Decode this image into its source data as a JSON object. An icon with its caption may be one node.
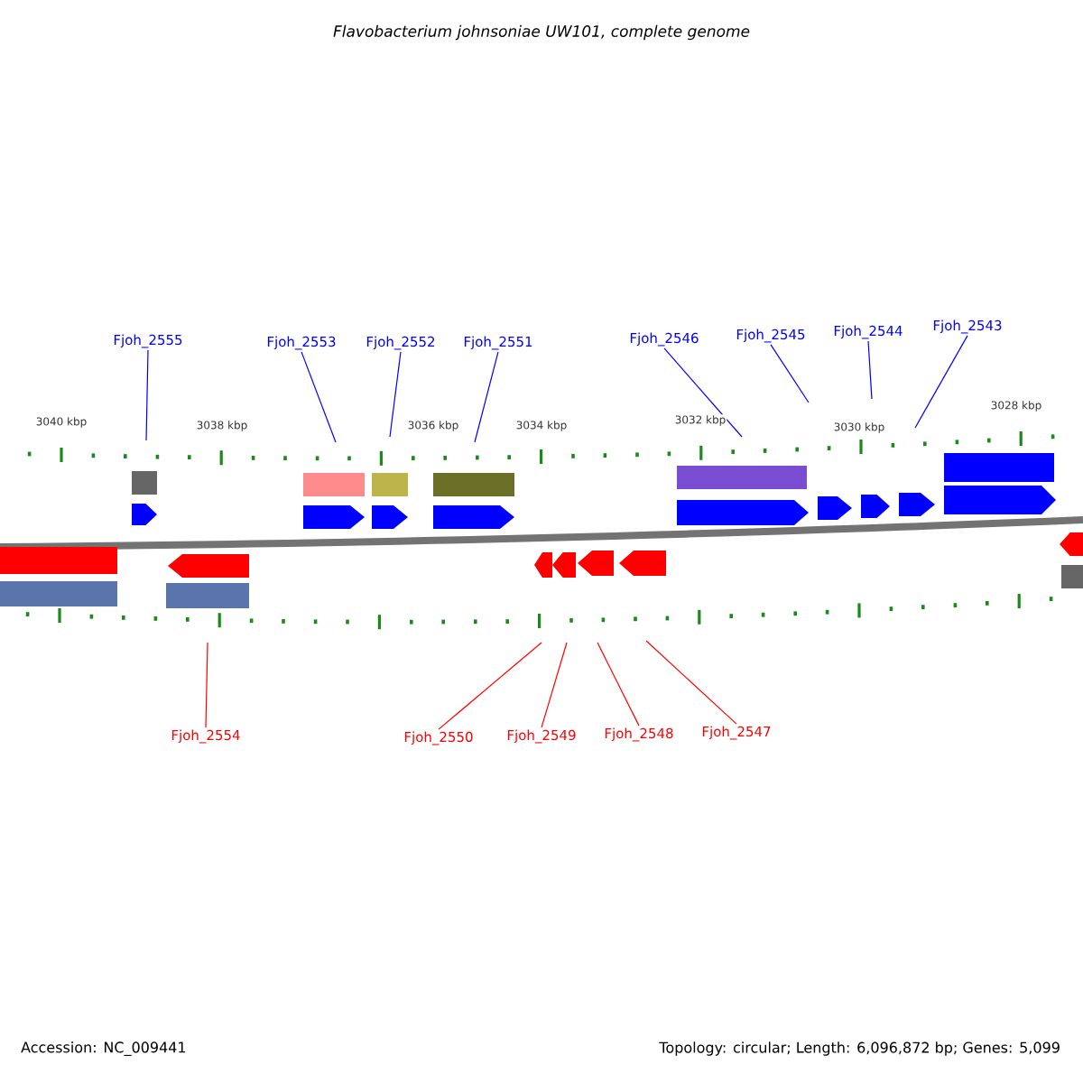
{
  "diagram": {
    "title": "Flavobacterium johnsoniae UW101, complete genome",
    "nodes": [
      {
        "text": [
          "Fjoh_2555"
        ]
      },
      {
        "text": [
          "Fjoh_2553"
        ]
      },
      {
        "text": [
          "Fjoh_2552"
        ]
      },
      {
        "text": [
          "Fjoh_2551"
        ]
      },
      {
        "text": [
          "Fjoh_2546"
        ]
      },
      {
        "text": [
          "Fjoh_2545"
        ]
      },
      {
        "text": [
          "Fjoh_2544"
        ]
      },
      {
        "text": [
          "Fjoh_2543"
        ]
      },
      {
        "text": [
          "Fjoh_2554"
        ]
      },
      {
        "text": [
          "Fjoh_2550"
        ]
      },
      {
        "text": [
          "Fjoh_2549"
        ]
      },
      {
        "text": [
          "Fjoh_2548"
        ]
      },
      {
        "text": [
          "Fjoh_2547"
        ]
      }
    ],
    "edges": [
      {
        "from": 0,
        "to": null,
        "arrow": "none"
      },
      {
        "from": 1,
        "to": null,
        "arrow": "none"
      },
      {
        "from": 2,
        "to": null,
        "arrow": "none"
      },
      {
        "from": 3,
        "to": null,
        "arrow": "none"
      },
      {
        "from": 4,
        "to": null,
        "arrow": "none"
      },
      {
        "from": 5,
        "to": null,
        "arrow": "none"
      },
      {
        "from": 6,
        "to": null,
        "arrow": "none"
      },
      {
        "from": 7,
        "to": null,
        "arrow": "none"
      },
      {
        "from": 8,
        "to": null,
        "arrow": "none",
        "color": "#ff0000"
      },
      {
        "from": 9,
        "to": null,
        "arrow": "none",
        "color": "#ff0000"
      },
      {
        "from": 10,
        "to": null,
        "arrow": "none",
        "color": "#ff0000"
      },
      {
        "from": 11,
        "to": null,
        "arrow": "none",
        "color": "#ff0000"
      },
      {
        "from": 12,
        "to": null,
        "arrow": "none",
        "color": "#ff0000"
      }
    ],
    "labels": [
      "3040 kbp",
      "3038 kbp",
      "3036 kbp",
      "3034 kbp",
      "3032 kbp",
      "3030 kbp",
      "3028 kbp",
      "Accession: NC_009441",
      "Topology: circular; Length: 6,096,872 bp; Genes: 5,099"
    ]
  }
}
